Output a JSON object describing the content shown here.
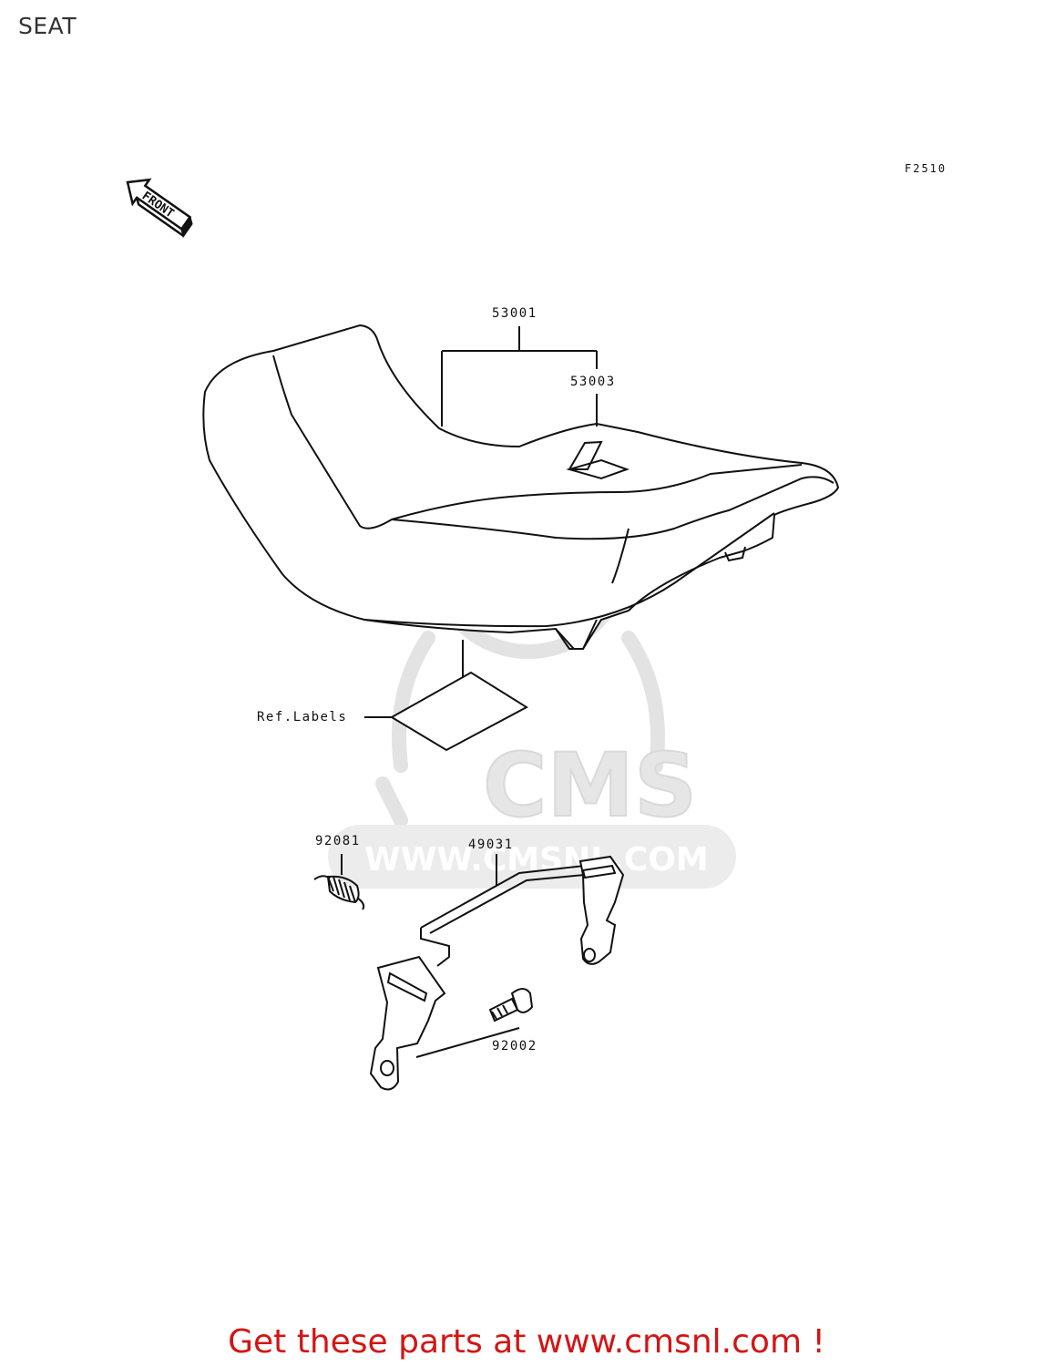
{
  "title": "SEAT",
  "figure_code": "F2510",
  "front_arrow_label": "FRONT",
  "callouts": {
    "seat": "53001",
    "seat_emblem": "53003",
    "ref_labels": "Ref.Labels",
    "spring": "92081",
    "hook_bracket": "49031",
    "bolt": "92002"
  },
  "watermark": {
    "logo_text": "CMS",
    "url_text": "WWW.CMSNL.COM",
    "color": "#e6e6e6"
  },
  "footer_text": "Get these parts at www.cmsnl.com !",
  "colors": {
    "line": "#111111",
    "footer": "#d41414"
  }
}
